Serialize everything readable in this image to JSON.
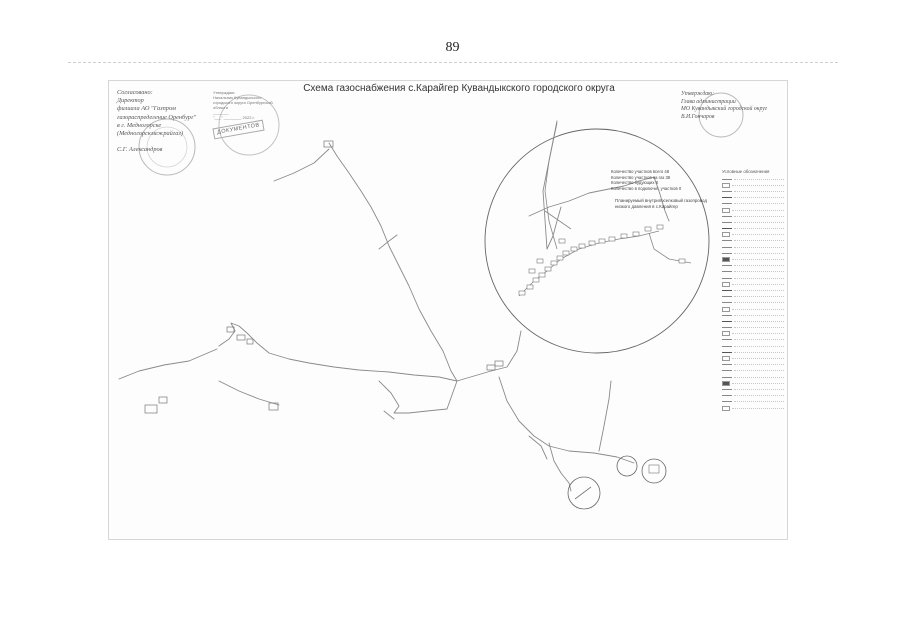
{
  "page": {
    "number": "89",
    "map_title": "Схема газоснабжения с.Карайгер  Кувандыкского городского округа"
  },
  "approval_left": {
    "lines": [
      "Согласовано:",
      "Директор",
      "филиала АО \"Газпром",
      "газораспределение Оренбург\"",
      "в г. Медногорске",
      "(Медногорскмежрайгаз)"
    ],
    "signature": "С.Г. Александров"
  },
  "stamp_center": {
    "lines": [
      "Утверждаю:",
      "Начальник Кувандыкского",
      "городского округа Оренбургской",
      "области",
      "_______",
      "\"___\" ________ 2022 г."
    ],
    "stamp_word": "ДОКУМЕНТОВ"
  },
  "approval_right": {
    "lines": [
      "Утверждаю:",
      "Глава администрации",
      "МО Кувандыкский городской округ",
      "В.И.Гончаров"
    ]
  },
  "callout": {
    "lines": [
      "Количество участков всего 48",
      "Количество участков на газ 38",
      "Количество будующих 8",
      "Количество в подключит. участков 0"
    ],
    "project_label": [
      "Планируемый внутрипоселковый газопровод",
      "низкого давления  в с.Карайгер"
    ]
  },
  "legend": {
    "title": "Условные обозначения",
    "rows": 38
  }
}
